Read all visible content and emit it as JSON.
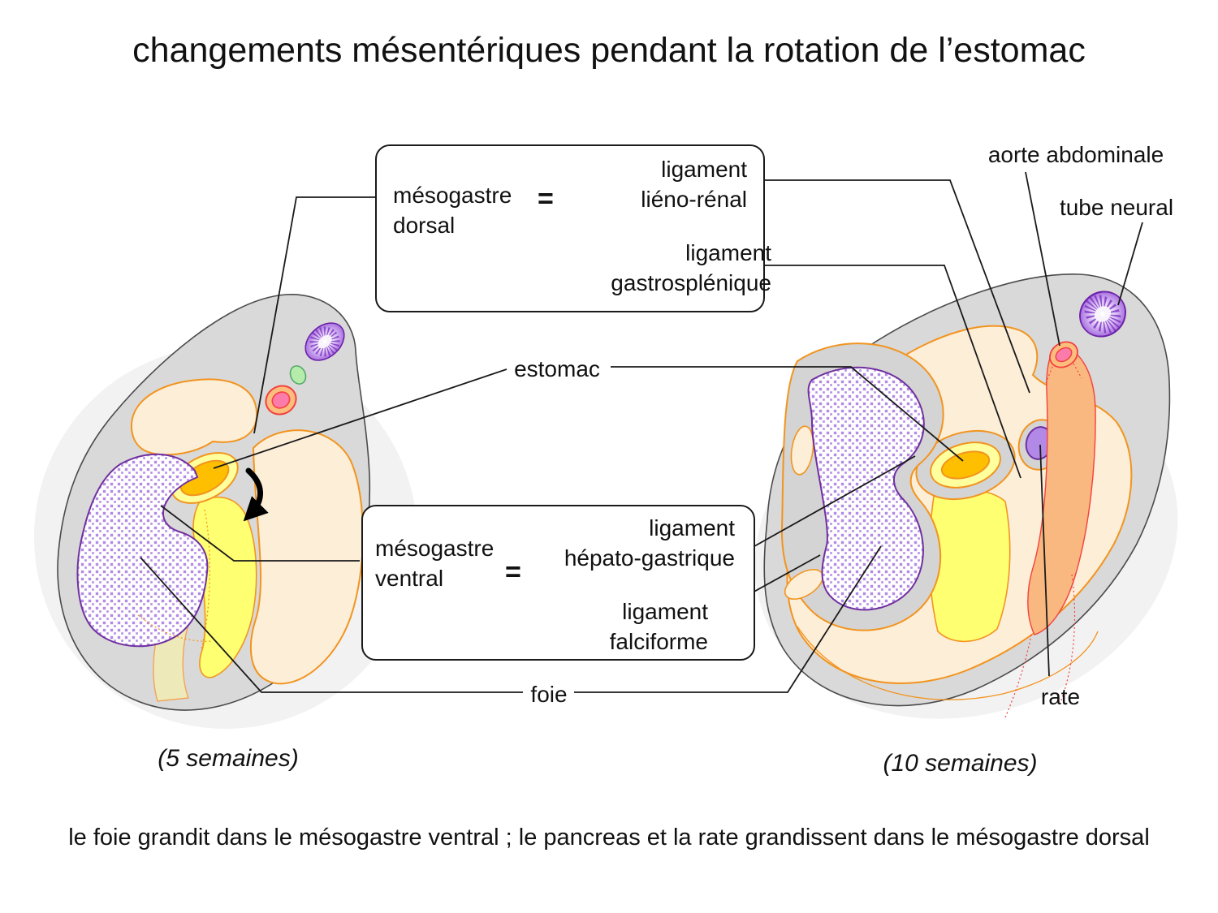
{
  "title": "changements mésentériques pendant la rotation de l’estomac",
  "dorsal_box": {
    "label": "mésogastre\ndorsal",
    "equals": "=",
    "items": [
      "ligament\nliéno-rénal",
      "ligament\ngastrosplénique"
    ]
  },
  "ventral_box": {
    "label": "mésogastre\nventral",
    "equals": "=",
    "items": [
      "ligament\nhépato-gastrique",
      "ligament\nfalciforme"
    ]
  },
  "labels": {
    "stomach": "estomac",
    "liver": "foie",
    "aorta": "aorte abdominale",
    "neural_tube": "tube neural",
    "spleen": "rate"
  },
  "stages": {
    "left": "(5 semaines)",
    "right": "(10 semaines)"
  },
  "caption": "le foie grandit dans le mésogastre ventral ; le pancreas et la rate grandissent dans le mésogastre dorsal",
  "colors": {
    "body_gray": "#d9d9d9",
    "shadow_gray": "#f2f2f2",
    "cream": "#fdeed8",
    "orange_outline": "#f2941f",
    "yellow": "#ffff72",
    "stomach_amber": "#fdbf00",
    "liver_purple": "#b48ae4",
    "purple_outline": "#7030a0",
    "spleen_purple": "#b289e6",
    "aorta_pink": "#fb7cab",
    "aorta_peach": "#fcbe7e",
    "red": "#f4413c",
    "green": "#b5ecac",
    "stalk_yellow": "#eee9b8",
    "line_black": "#1a1a1a"
  }
}
